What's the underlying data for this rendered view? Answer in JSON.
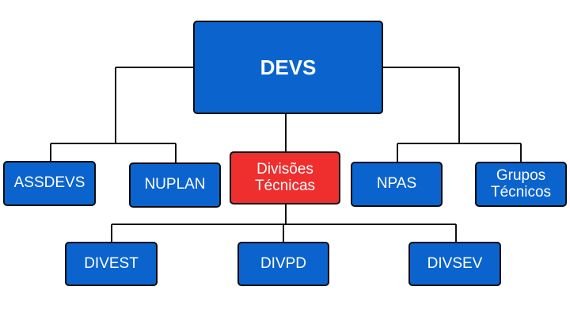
{
  "colors": {
    "node_fill": "#0b63ce",
    "highlight_fill": "#ef2e2e",
    "border": "#0b0b0b",
    "text": "#ffffff",
    "line": "#111111"
  },
  "diagram": {
    "root": {
      "label": "DEVS"
    },
    "level1": [
      {
        "label": "ASSDEVS"
      },
      {
        "label": "NUPLAN"
      },
      {
        "label": "Divisões\nTécnicas",
        "highlighted": true
      },
      {
        "label": "NPAS"
      },
      {
        "label": "Grupos\nTécnicos"
      }
    ],
    "level2": [
      {
        "label": "DIVEST"
      },
      {
        "label": "DIVPD"
      },
      {
        "label": "DIVSEV"
      }
    ]
  }
}
